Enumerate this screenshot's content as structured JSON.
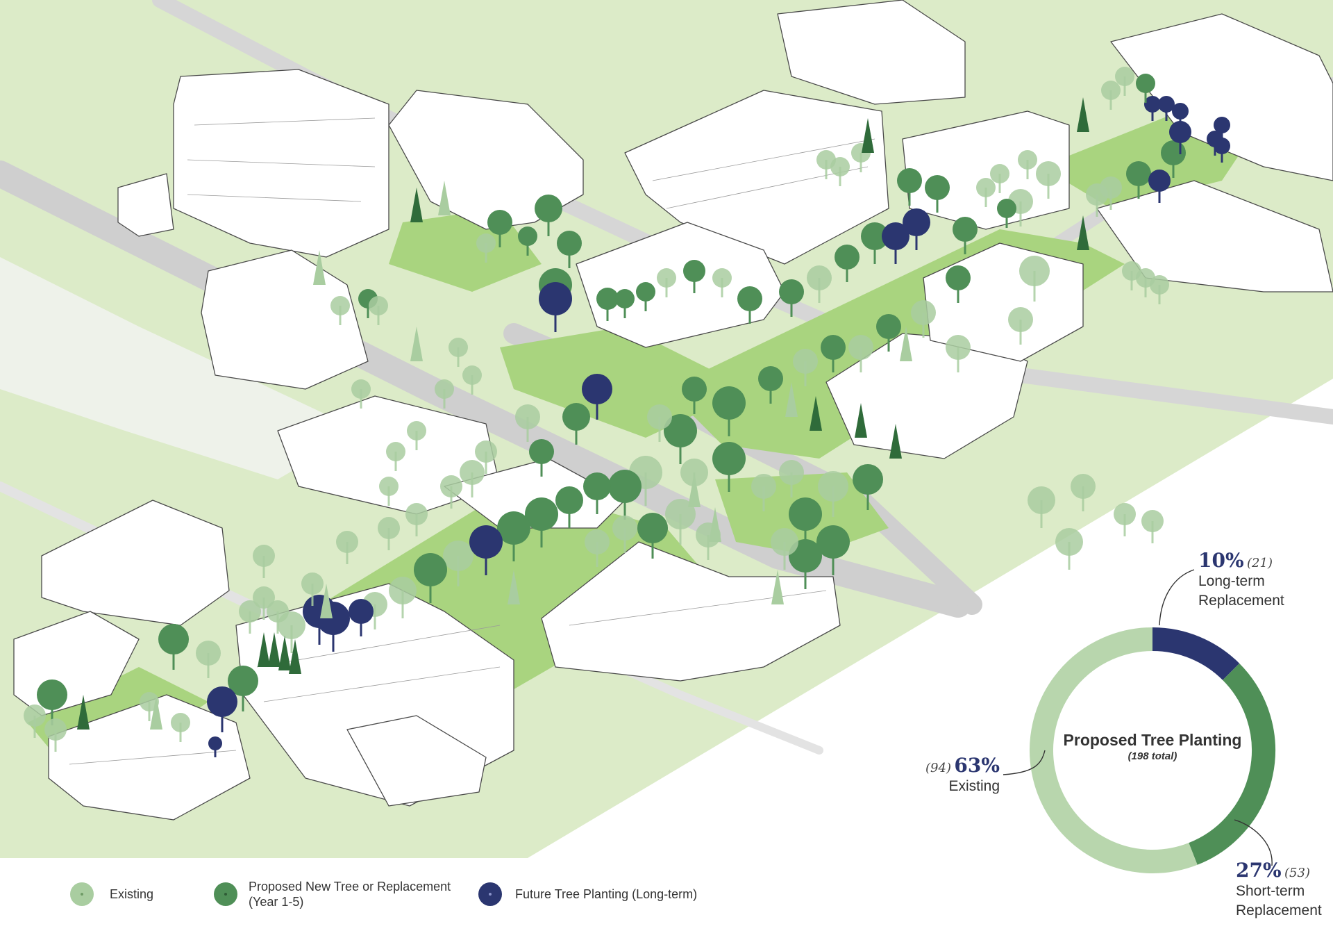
{
  "legend": {
    "existing": "Existing",
    "proposed_line1": "Proposed New Tree or Replacement",
    "proposed_line2": "(Year 1-5)",
    "future": "Future Tree Planting (Long-term)"
  },
  "colors": {
    "existing": "#a9cda0",
    "proposed": "#4f8f57",
    "future": "#2b3670",
    "lawn": "#a9d47f",
    "ground": "#dcebc8",
    "road": "#c9c9c9"
  },
  "chart_data": {
    "type": "pie",
    "title": "Proposed Tree Planting",
    "subtitle": "(198 total)",
    "slices": [
      {
        "label": "Long-term Replacement",
        "value": 21,
        "percent": "10%",
        "count": "(21)",
        "color": "#2b3670"
      },
      {
        "label": "Short-term Replacement",
        "value": 53,
        "percent": "27%",
        "count": "(53)",
        "color": "#4f8f57"
      },
      {
        "label": "Existing",
        "value": 94,
        "percent": "63%",
        "count": "(94)",
        "color": "#b8d6ad"
      }
    ]
  }
}
